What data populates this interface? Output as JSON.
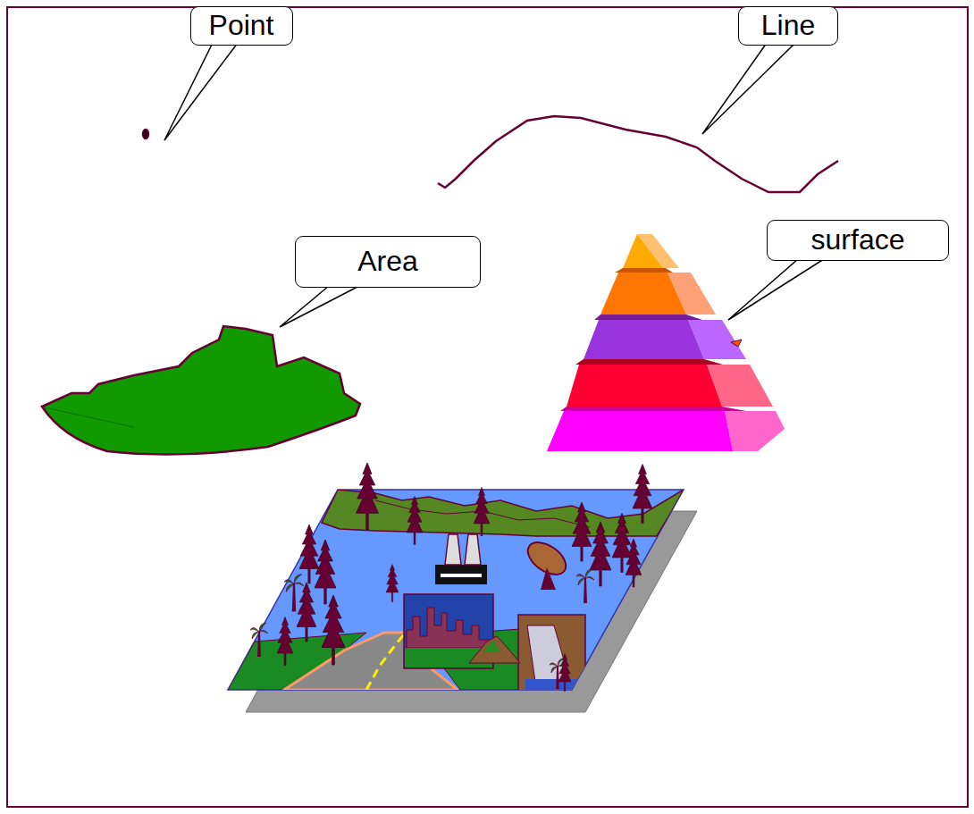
{
  "diagram": {
    "nodes": [
      {
        "text": [
          "Point"
        ]
      },
      {
        "text": [
          "Line"
        ]
      },
      {
        "text": [
          "Area"
        ]
      },
      {
        "text": [
          "surface"
        ]
      }
    ]
  }
}
